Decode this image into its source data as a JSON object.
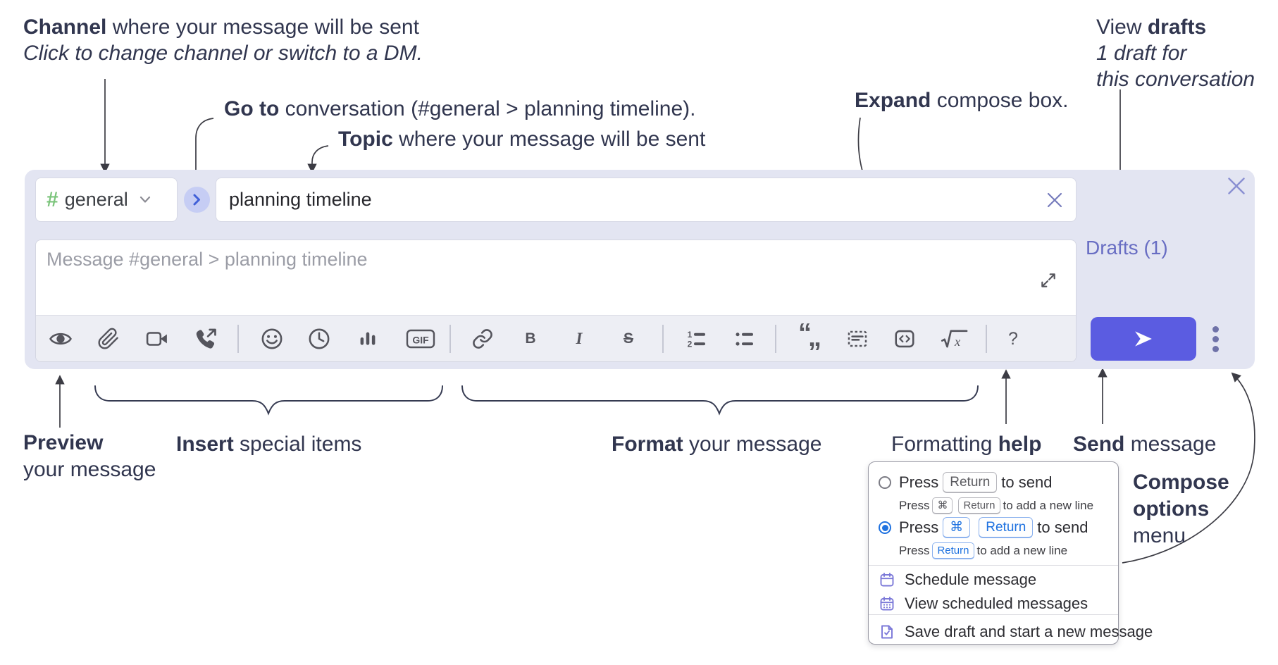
{
  "colors": {
    "compose_bg": "#e3e5f2",
    "send_button": "#5b5ce1",
    "drafts_link": "#686dc3",
    "channel_hash_green": "#7bc47b",
    "go_circle_bg": "#c6cdf4",
    "go_chevron_blue": "#4160d8",
    "radio_selected_blue": "#1f72e0",
    "menu_icon_purple": "#7b78d8",
    "annotation_text": "#31364f",
    "toolbar_icon": "#54545c"
  },
  "annotations": {
    "channel": {
      "bold": "Channel",
      "rest": " where your message will be sent",
      "line2": "Click to change channel or switch to a DM."
    },
    "goto": {
      "bold": "Go to",
      "rest": " conversation (#general > planning timeline)."
    },
    "topic": {
      "bold": "Topic",
      "rest": " where your message will be sent"
    },
    "expand": {
      "bold": "Expand",
      "rest": " compose box."
    },
    "view_drafts": {
      "pre": "View ",
      "bold": "drafts",
      "line2": "1 draft for",
      "line3": "this conversation"
    },
    "preview": {
      "bold": "Preview",
      "line2": "your message"
    },
    "insert": {
      "bold": "Insert",
      "rest": " special items"
    },
    "format": {
      "bold": "Format",
      "rest": " your message"
    },
    "formatting_help": {
      "pre": "Formatting ",
      "bold": "help"
    },
    "send": {
      "bold": "Send",
      "rest": " message"
    },
    "compose_options": {
      "line1": "Compose",
      "line2": "options",
      "line3": "menu"
    }
  },
  "compose": {
    "channel_hash": "#",
    "channel_name": "general",
    "topic_value": "planning timeline",
    "message_placeholder": "Message #general > planning timeline",
    "drafts_link": "Drafts (1)"
  },
  "toolbar": {
    "gif": "GIF",
    "bold": "B",
    "italic": "I",
    "strike": "S",
    "quote_open": "“",
    "quote_close": "„",
    "math_x": "x",
    "help": "?"
  },
  "send_options": {
    "option1": {
      "pre": "Press",
      "key1": "Return",
      "post": "to send",
      "sub_pre": "Press",
      "sub_key1": "⌘",
      "sub_key2": "Return",
      "sub_post": "to add a new line"
    },
    "option2": {
      "pre": "Press",
      "key1": "⌘",
      "key2": "Return",
      "post": "to send",
      "sub_pre": "Press",
      "sub_key1": "Return",
      "sub_post": "to add a new line"
    }
  },
  "menu": {
    "schedule": "Schedule message",
    "view_scheduled": "View scheduled messages",
    "save_draft": "Save draft and start a new message"
  }
}
